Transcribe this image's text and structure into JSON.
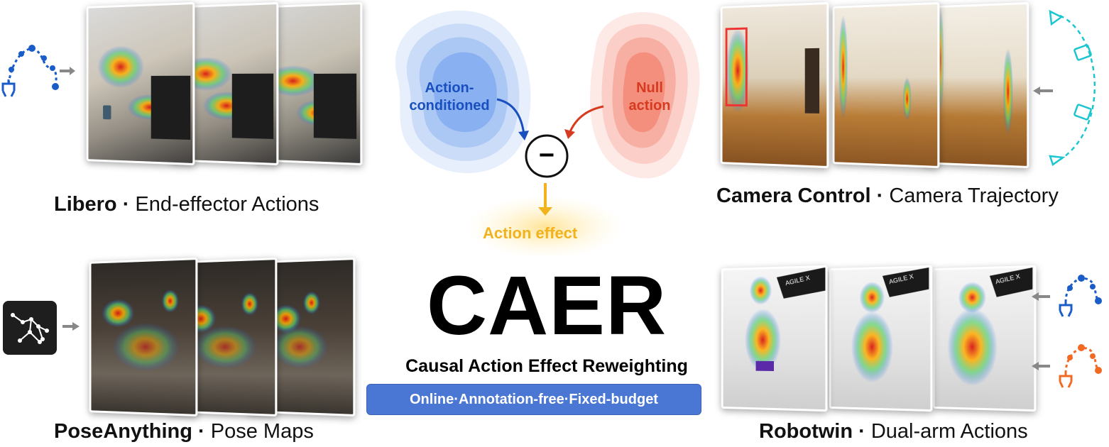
{
  "panels": {
    "libero": {
      "name": "Libero",
      "separator": "·",
      "detail": "End-effector Actions"
    },
    "camera": {
      "name": "Camera Control",
      "separator": "·",
      "detail": "Camera Trajectory"
    },
    "pose": {
      "name": "PoseAnything",
      "separator": "·",
      "detail": "Pose Maps"
    },
    "robotwin": {
      "name": "Robotwin",
      "separator": "·",
      "detail": "Dual-arm Actions",
      "logo_text": "AGILE X"
    }
  },
  "center": {
    "action_conditioned_line1": "Action-",
    "action_conditioned_line2": "conditioned",
    "null_line1": "Null",
    "null_line2": "action",
    "minus_symbol": "−",
    "effect_label": "Action effect",
    "title": "CAER",
    "subtitle": "Causal Action Effect Reweighting",
    "badge": "Online·Annotation-free·Fixed-budget"
  },
  "colors": {
    "blue_blob": "#3c7be8",
    "red_blob": "#f04a2e",
    "effect_yellow": "#f2b21d",
    "badge_blue": "#4a77d4",
    "trajectory_blue": "#1a5cc8",
    "trajectory_orange": "#f26a21",
    "camera_cyan": "#1cc6d1"
  },
  "icons": [
    "arm-trajectory-icon",
    "skeleton-pose-icon",
    "camera-path-icon",
    "gripper-icon"
  ]
}
